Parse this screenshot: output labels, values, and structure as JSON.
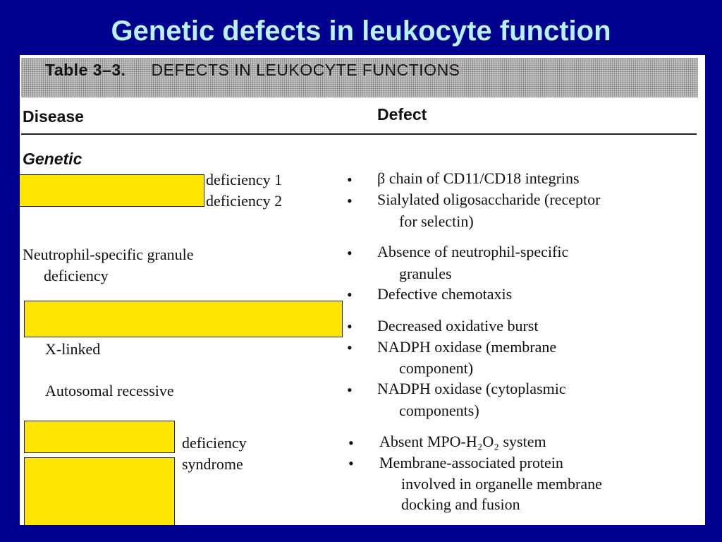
{
  "slide": {
    "title": "Genetic defects in leukocyte function"
  },
  "table": {
    "caption_number": "Table 3–3.",
    "caption_title": "DEFECTS IN LEUKOCYTE FUNCTIONS",
    "column_disease": "Disease",
    "column_defect": "Defect",
    "section_label": "Genetic",
    "rows": [
      {
        "disease": "deficiency 1",
        "defect": "β chain of CD11/CD18 integrins"
      },
      {
        "disease": "deficiency 2",
        "defect": "Sialylated oligosaccharide (receptor",
        "defect_cont": "for selectin)"
      },
      {
        "disease": "Neutrophil-specific granule",
        "disease_cont": "deficiency",
        "defect": "Absence of neutrophil-specific",
        "defect_cont": "granules"
      },
      {
        "defect": "Defective chemotaxis"
      },
      {
        "defect": "Decreased oxidative burst"
      },
      {
        "disease": "X-linked",
        "defect": "NADPH oxidase (membrane",
        "defect_cont": "component)"
      },
      {
        "disease": "Autosomal recessive",
        "defect": "NADPH oxidase (cytoplasmic",
        "defect_cont": "components)"
      },
      {
        "disease": "deficiency",
        "defect": "Absent MPO-H₂O₂ system"
      },
      {
        "disease": "syndrome",
        "defect": "Membrane-associated protein",
        "defect_cont": "involved in organelle membrane",
        "defect_cont2": "docking and fusion"
      }
    ]
  },
  "colors": {
    "background": "#00008e",
    "title": "#b8f2ff",
    "mask": "#ffe600"
  }
}
